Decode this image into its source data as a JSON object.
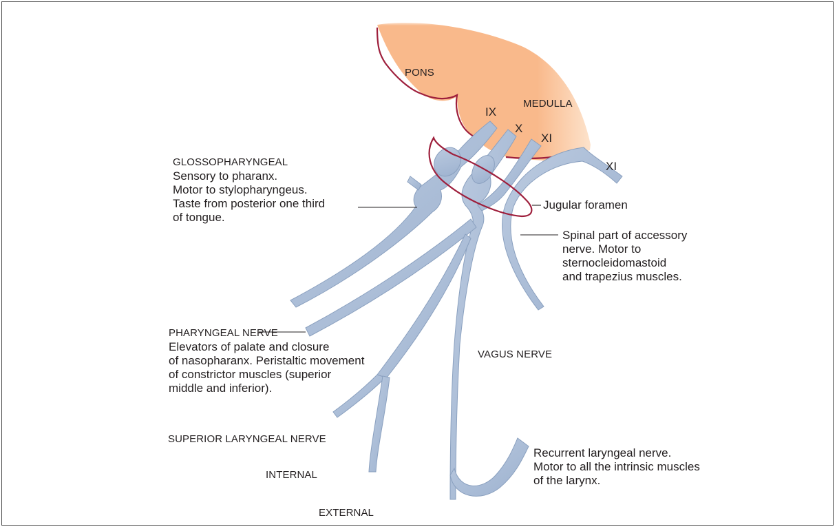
{
  "colors": {
    "brainstem": "#f9b98b",
    "brainstem_outline": "#9e1f3c",
    "nerve": "#a9bcd6",
    "nerve_edge": "#7d93b2",
    "foramen": "#9e1f3c"
  },
  "labels": {
    "pons": "PONS",
    "medulla": "MEDULLA",
    "ix": "IX",
    "x": "X",
    "xi_root": "XI",
    "xi_spinal": "XI",
    "glossopharyngeal": {
      "title": "GLOSSOPHARYNGEAL",
      "lines": [
        "Sensory to pharanx.",
        "Motor to stylopharyngeus.",
        "Taste from posterior one third",
        "of tongue."
      ]
    },
    "jugular_foramen": "Jugular foramen",
    "spinal_accessory": {
      "lines": [
        "Spinal part of accessory",
        "nerve. Motor to",
        "sternocleidomastoid",
        "and trapezius muscles."
      ]
    },
    "pharyngeal_nerve": {
      "title": "PHARYNGEAL NERVE",
      "lines": [
        "Elevators of palate and closure",
        "of nasopharanx. Peristaltic movement",
        "of constrictor muscles (superior",
        "middle and inferior)."
      ]
    },
    "vagus_nerve": "VAGUS NERVE",
    "superior_laryngeal": "SUPERIOR LARYNGEAL NERVE",
    "internal": "INTERNAL",
    "external": "EXTERNAL",
    "recurrent_laryngeal": {
      "lines": [
        "Recurrent laryngeal nerve.",
        "Motor to all the intrinsic muscles",
        "of the larynx."
      ]
    }
  }
}
